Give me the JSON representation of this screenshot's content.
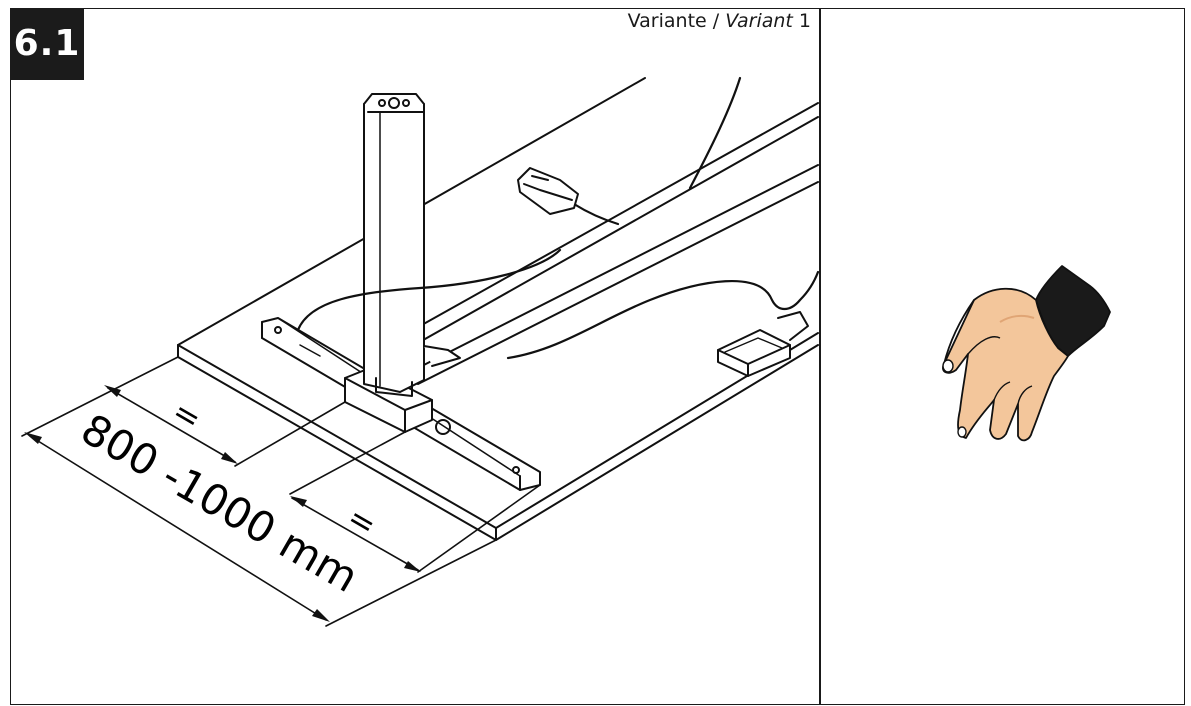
{
  "step": {
    "number": "6.1"
  },
  "variant": {
    "label": "Variante / ",
    "label_en": "Variant",
    "number": " 1"
  },
  "dimensions": {
    "span": "800 -1000 mm",
    "equal_left": "=",
    "equal_right": "="
  },
  "colors": {
    "skin": "#f3c69b",
    "skin_shadow": "#e0a575",
    "cuff": "#1a1a1a",
    "line": "#111111"
  },
  "icons": [
    "hand-icon"
  ]
}
